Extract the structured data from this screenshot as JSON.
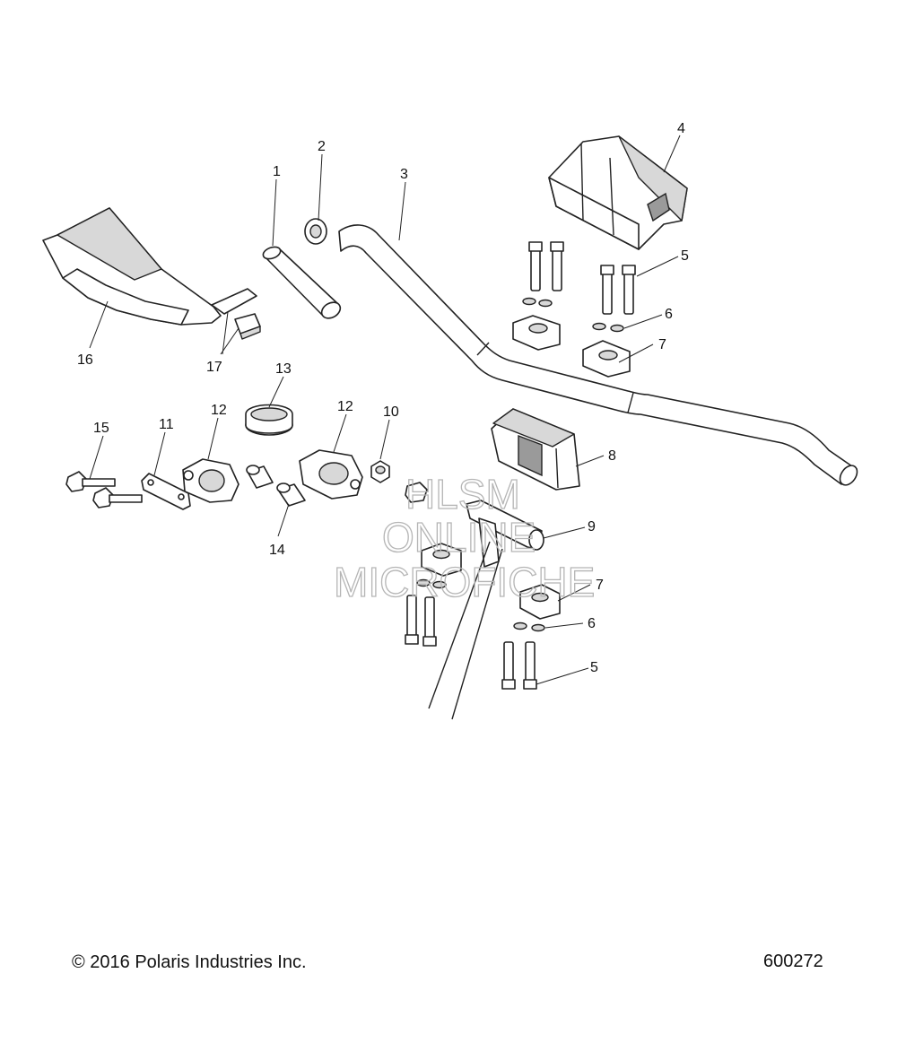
{
  "callouts": [
    "1",
    "2",
    "3",
    "4",
    "5",
    "5",
    "6",
    "6",
    "7",
    "7",
    "8",
    "9",
    "10",
    "11",
    "12",
    "12",
    "13",
    "14",
    "15",
    "16",
    "17"
  ],
  "watermark": [
    "HLSM",
    "ONLINE",
    "MICROFICHE"
  ],
  "footer": {
    "copyright": "© 2016 Polaris Industries Inc.",
    "drawing_number": "600272"
  }
}
